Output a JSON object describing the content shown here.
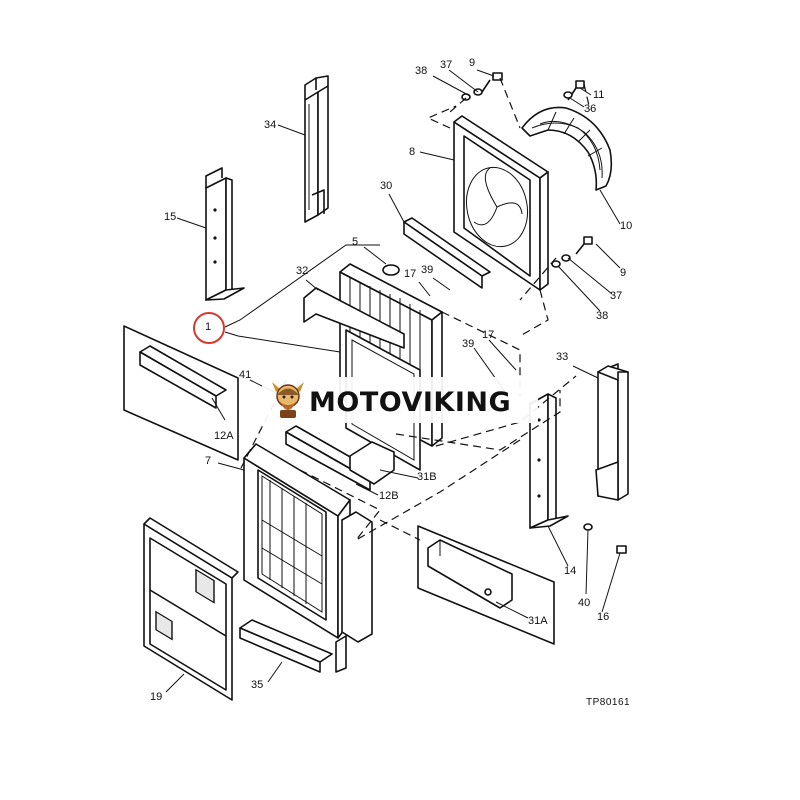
{
  "diagram": {
    "drawing_code": "TP80161",
    "callout_labels": {
      "l1": "1",
      "l5": "5",
      "l7": "7",
      "l8": "8",
      "l9a": "9",
      "l9b": "9",
      "l10": "10",
      "l11": "11",
      "l12a": "12A",
      "l12b": "12B",
      "l14": "14",
      "l15": "15",
      "l16": "16",
      "l17a": "17",
      "l17b": "17",
      "l19": "19",
      "l30": "30",
      "l31a": "31A",
      "l31b": "31B",
      "l32": "32",
      "l33": "33",
      "l34": "34",
      "l35": "35",
      "l36": "36",
      "l37a": "37",
      "l37b": "37",
      "l38a": "38",
      "l38b": "38",
      "l39a": "39",
      "l39b": "39",
      "l40": "40",
      "l41": "41"
    },
    "highlight": {
      "part": "1",
      "color": "#d63a2f"
    }
  },
  "watermark": {
    "text": "MOTOVIKING",
    "logo_icon": "viking-mascot-icon",
    "accent": "#c8922e"
  }
}
